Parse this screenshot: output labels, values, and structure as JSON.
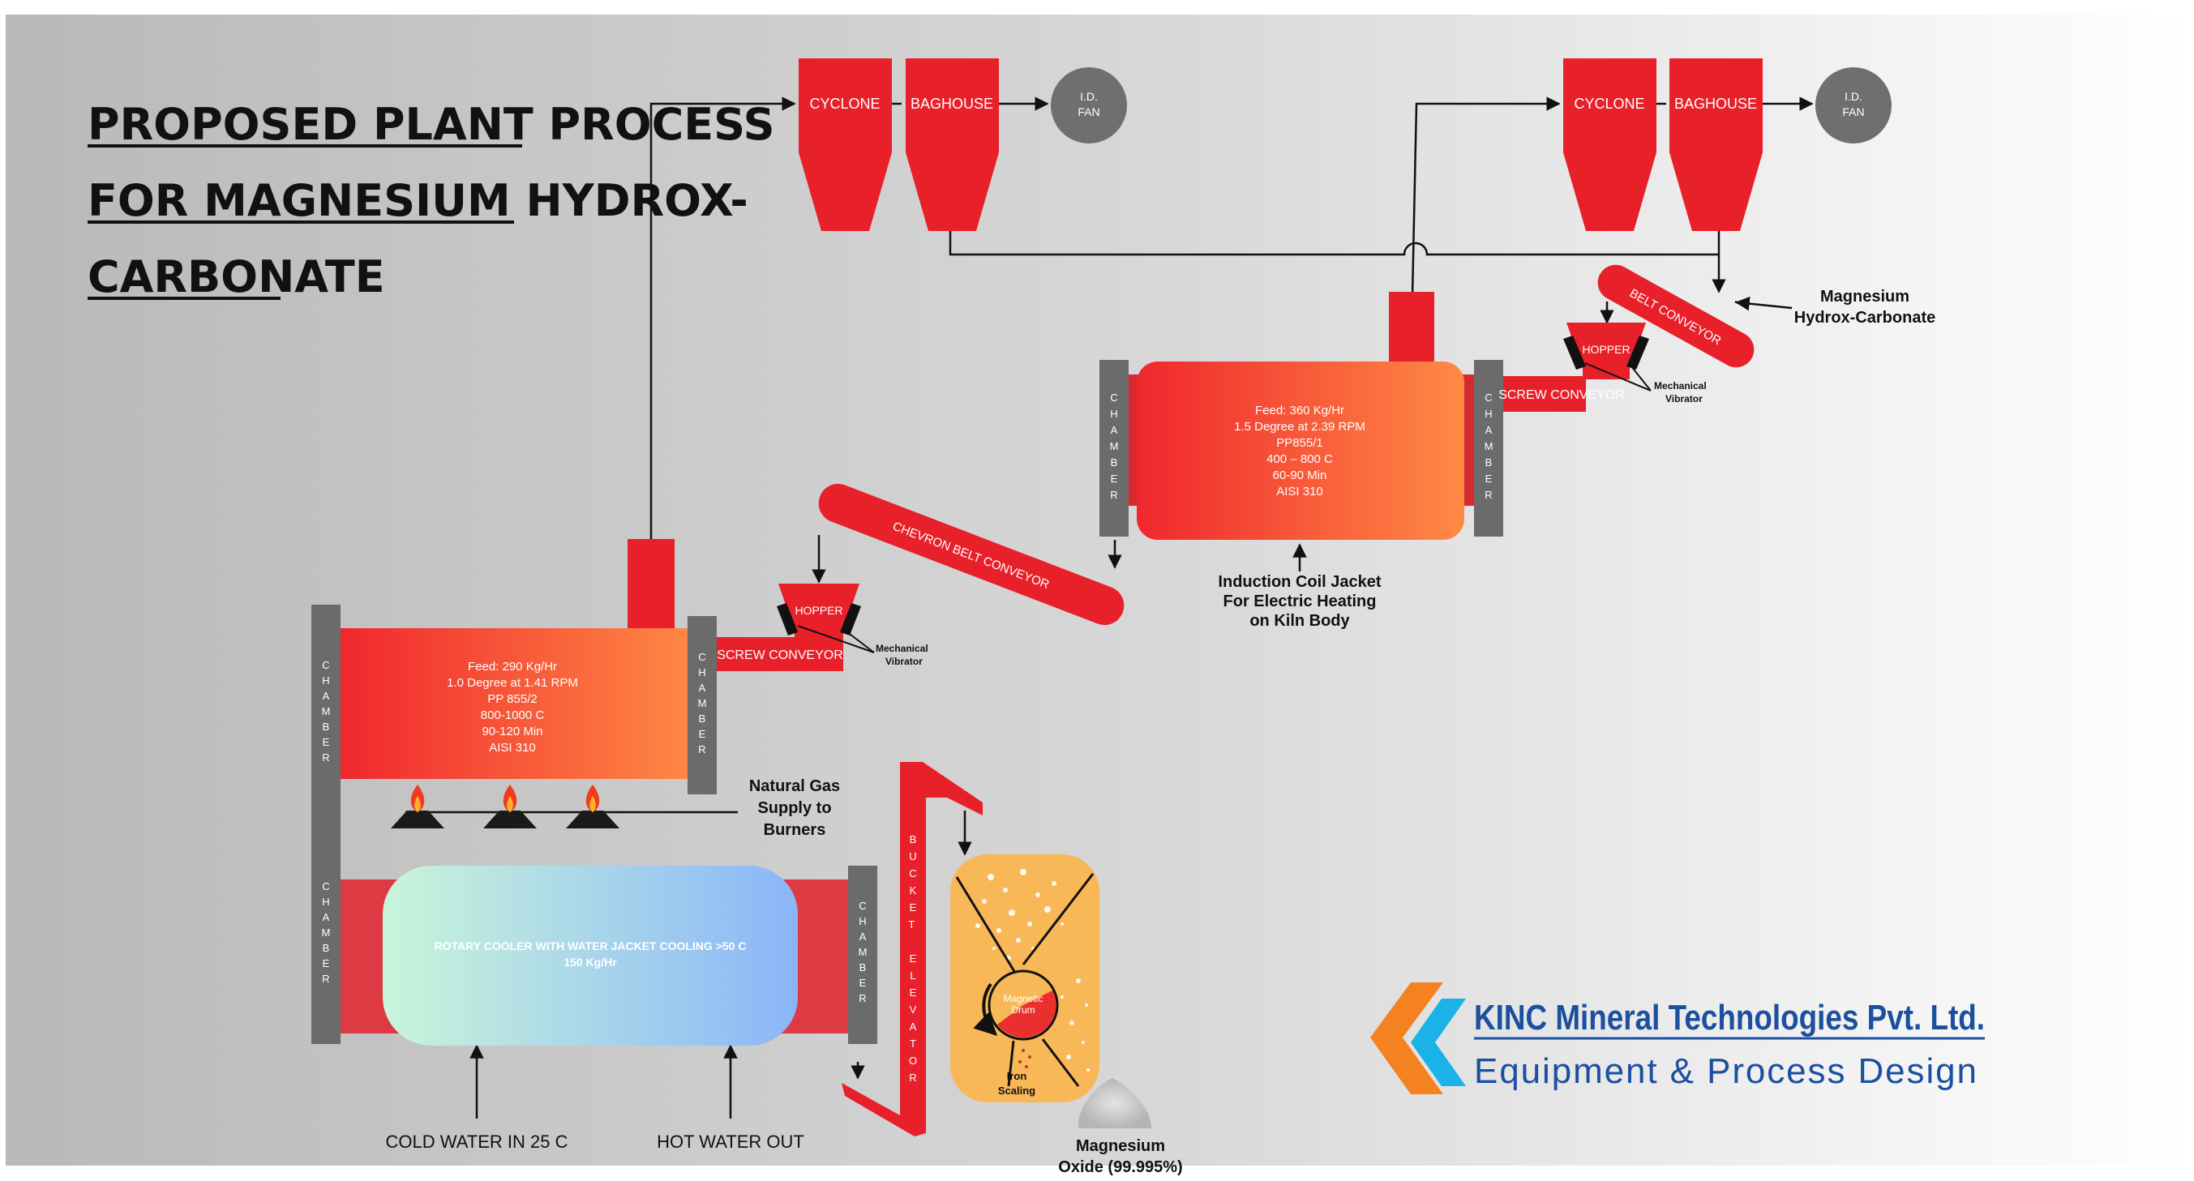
{
  "title": {
    "line1": "PROPOSED PLANT PROCESS",
    "line2": "FOR MAGNESIUM HYDROX-",
    "line3": "CARBONATE"
  },
  "units": {
    "cyclone": "CYCLONE",
    "baghouse": "BAGHOUSE",
    "id_fan_1": "I.D.",
    "id_fan_2": "FAN",
    "hopper": "HOPPER",
    "screw_conveyor": "SCREW CONVEYOR",
    "belt_conveyor": "BELT CONVEYOR",
    "chevron_belt_conveyor": "CHEVRON BELT CONVEYOR",
    "chamber": "CHAMBER",
    "bucket_elevator": "BUCKET ELEVATOR",
    "mechanical": "Mechanical",
    "vibrator": "Vibrator"
  },
  "kiln_top": {
    "lines": [
      "Feed: 360 Kg/Hr",
      "1.5 Degree at 2.39 RPM",
      "PP855/1",
      "400 – 800 C",
      "60-90 Min",
      "AISI 310"
    ]
  },
  "kiln_bottom": {
    "lines": [
      "Feed: 290 Kg/Hr",
      "1.0 Degree at 1.41 RPM",
      "PP 855/2",
      "800-1000 C",
      "90-120 Min",
      "AISI 310"
    ]
  },
  "cooler": {
    "line1": "ROTARY COOLER WITH WATER JACKET COOLING >50 C",
    "line2": "150 Kg/Hr"
  },
  "notes": {
    "feed_1": "Magnesium",
    "feed_2": "Hydrox-Carbonate",
    "induction_1": "Induction Coil Jacket",
    "induction_2": "For Electric Heating",
    "induction_3": "on Kiln Body",
    "gas_1": "Natural Gas",
    "gas_2": "Supply to",
    "gas_3": "Burners",
    "cold_water": "COLD WATER IN 25 C",
    "hot_water": "HOT WATER OUT",
    "product_1": "Magnesium",
    "product_2": "Oxide (99.995%)",
    "magnetic_1": "Magnetic",
    "magnetic_2": "Drum",
    "iron_1": "Iron",
    "iron_2": "Scaling"
  },
  "logo": {
    "company": "KINC Mineral Technologies Pvt. Ltd.",
    "tagline": "Equipment  &  Process  Design"
  },
  "colors": {
    "red": "#e8202a",
    "grey": "#6b6b6b",
    "fan": "#6f6f6f",
    "drum": "#f9b858",
    "logo_blue": "#1b4fa0",
    "logo_orange": "#f58220",
    "logo_cyan": "#1ab2e8"
  }
}
